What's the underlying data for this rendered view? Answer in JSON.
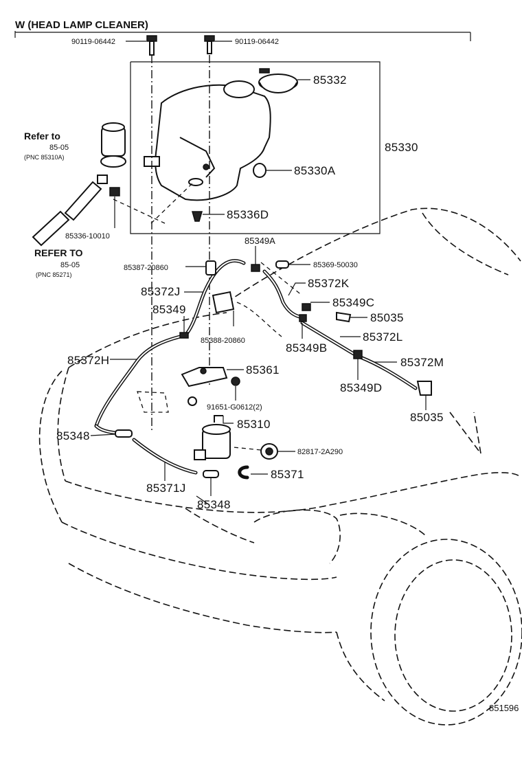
{
  "title": "W (HEAD LAMP CLEANER)",
  "figure_number": "851596",
  "references": [
    {
      "heading": "Refer to",
      "page": "85-05",
      "pnc": "(PNC 85310A)"
    },
    {
      "heading": "REFER TO",
      "page": "85-05",
      "pnc": "(PNC 85271)"
    }
  ],
  "callouts": {
    "bolt_left": "90119-06442",
    "bolt_right": "90119-06442",
    "cap": "85332",
    "tank_assy": "85330",
    "grommet": "85330A",
    "filter": "85336D",
    "tank_nipple": "85336-10010",
    "joint_a": "85349A",
    "clamp_top": "85369-50030",
    "clamp_mid": "85387-20860",
    "hose_k": "85372K",
    "hose_j": "85372J",
    "joint_c": "85349C",
    "joint": "85349",
    "nozzle_right": "85035",
    "clamp_bracket": "85388-20860",
    "joint_b": "85349B",
    "hose_l": "85372L",
    "hose_h": "85372H",
    "hose_m": "85372M",
    "bracket": "85361",
    "joint_d": "85349D",
    "bolt_bracket": "91651-G0612(2)",
    "nozzle_lower": "85035",
    "pump": "85310",
    "check_valve_left": "85348",
    "grommet_pump": "82817-2A290",
    "hose_short": "85371",
    "hose_pump": "85371J",
    "check_valve_lower": "85348"
  }
}
